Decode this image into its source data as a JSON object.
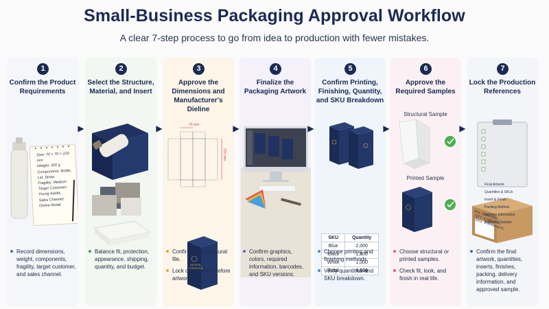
{
  "header": {
    "title": "Small-Business Packaging Approval Workflow",
    "subtitle": "A clear 7-step process to go from idea to production with fewer mistakes."
  },
  "steps": [
    {
      "number": "1",
      "heading": "Confirm the Product Requirements",
      "bg": "#f4f6fa",
      "dot": "#3a6fb0",
      "note_lines": [
        "Size: 70 × 70 × 220 mm",
        "Weight: 320 g",
        "Components: Bottle,",
        "Lid, Straw",
        "Fragility: Medium",
        "Target Customer:",
        "Young Adults",
        "Sales Channel:",
        "Online Retail"
      ],
      "bullets": [
        "Record dimensions, weight, components, fragility, target customer, and sales channel."
      ]
    },
    {
      "number": "2",
      "heading": "Select the Structure, Material, and Insert",
      "bg": "#f2f7f1",
      "dot": "#4c9a5b",
      "bullets": [
        "Balance fit, protection, appearance, shipping, quantity, and budget."
      ]
    },
    {
      "number": "3",
      "heading": "Approve the Dimensions and Manufacturer's Dieline",
      "bg": "#fcf5e8",
      "dot": "#e3a43b",
      "dieline_width": "70 mm",
      "dieline_height": "220 mm",
      "bullets": [
        "Confirm final structural file.",
        "Lock dimensions before artwork."
      ]
    },
    {
      "number": "4",
      "heading": "Finalize the Packaging Artwork",
      "bg": "#f4f1fa",
      "dot": "#7a5fb0",
      "bullets": [
        "Confirm graphics, colors, required information, barcodes, and SKU versions."
      ]
    },
    {
      "number": "5",
      "heading": "Confirm Printing, Finishing, Quantity, and SKU Breakdown",
      "bg": "#eff5fb",
      "dot": "#3a8fc4",
      "table": {
        "headers": [
          "SKU",
          "Quantity"
        ],
        "rows": [
          [
            "Blue",
            "2,000"
          ],
          [
            "Black",
            "1,500"
          ],
          [
            "White",
            "1,000"
          ]
        ],
        "total": [
          "Total",
          "4,500"
        ]
      },
      "bullets": [
        "Choose printing and finishing methods.",
        "Verify quantities and SKU breakdown."
      ]
    },
    {
      "number": "6",
      "heading": "Approve the Required Samples",
      "bg": "#fbf1f4",
      "dot": "#d2648c",
      "sample_structural": "Structural Sample",
      "sample_printed": "Printed Sample",
      "bullets": [
        "Choose structural or printed samples.",
        "Check fit, look, and finish in real life."
      ]
    },
    {
      "number": "7",
      "heading": "Lock the Production References",
      "bg": "#f3f5f8",
      "dot": "#4a6aa0",
      "checklist": [
        "Final Artwork",
        "Quantities & SKUs",
        "Insert & Finish",
        "Packing Method",
        "Delivery Information",
        "Approved Sample"
      ],
      "carton_label": [
        "PO: 2025-0501",
        "QTY: 4,500 PCS",
        "SKU: 3 VARIANTS"
      ],
      "bullets": [
        "Confirm the final artwork, quantities, inserts, finishes, packing, delivery information, and approved sample."
      ]
    }
  ],
  "product_box_text": [
    "NATURAL",
    "HYDRATION"
  ],
  "colors": {
    "navy": "#1b2a52",
    "box": "#1f3261",
    "gold": "#c8a85a",
    "check": "#4caf50",
    "kraft": "#c89a63"
  }
}
